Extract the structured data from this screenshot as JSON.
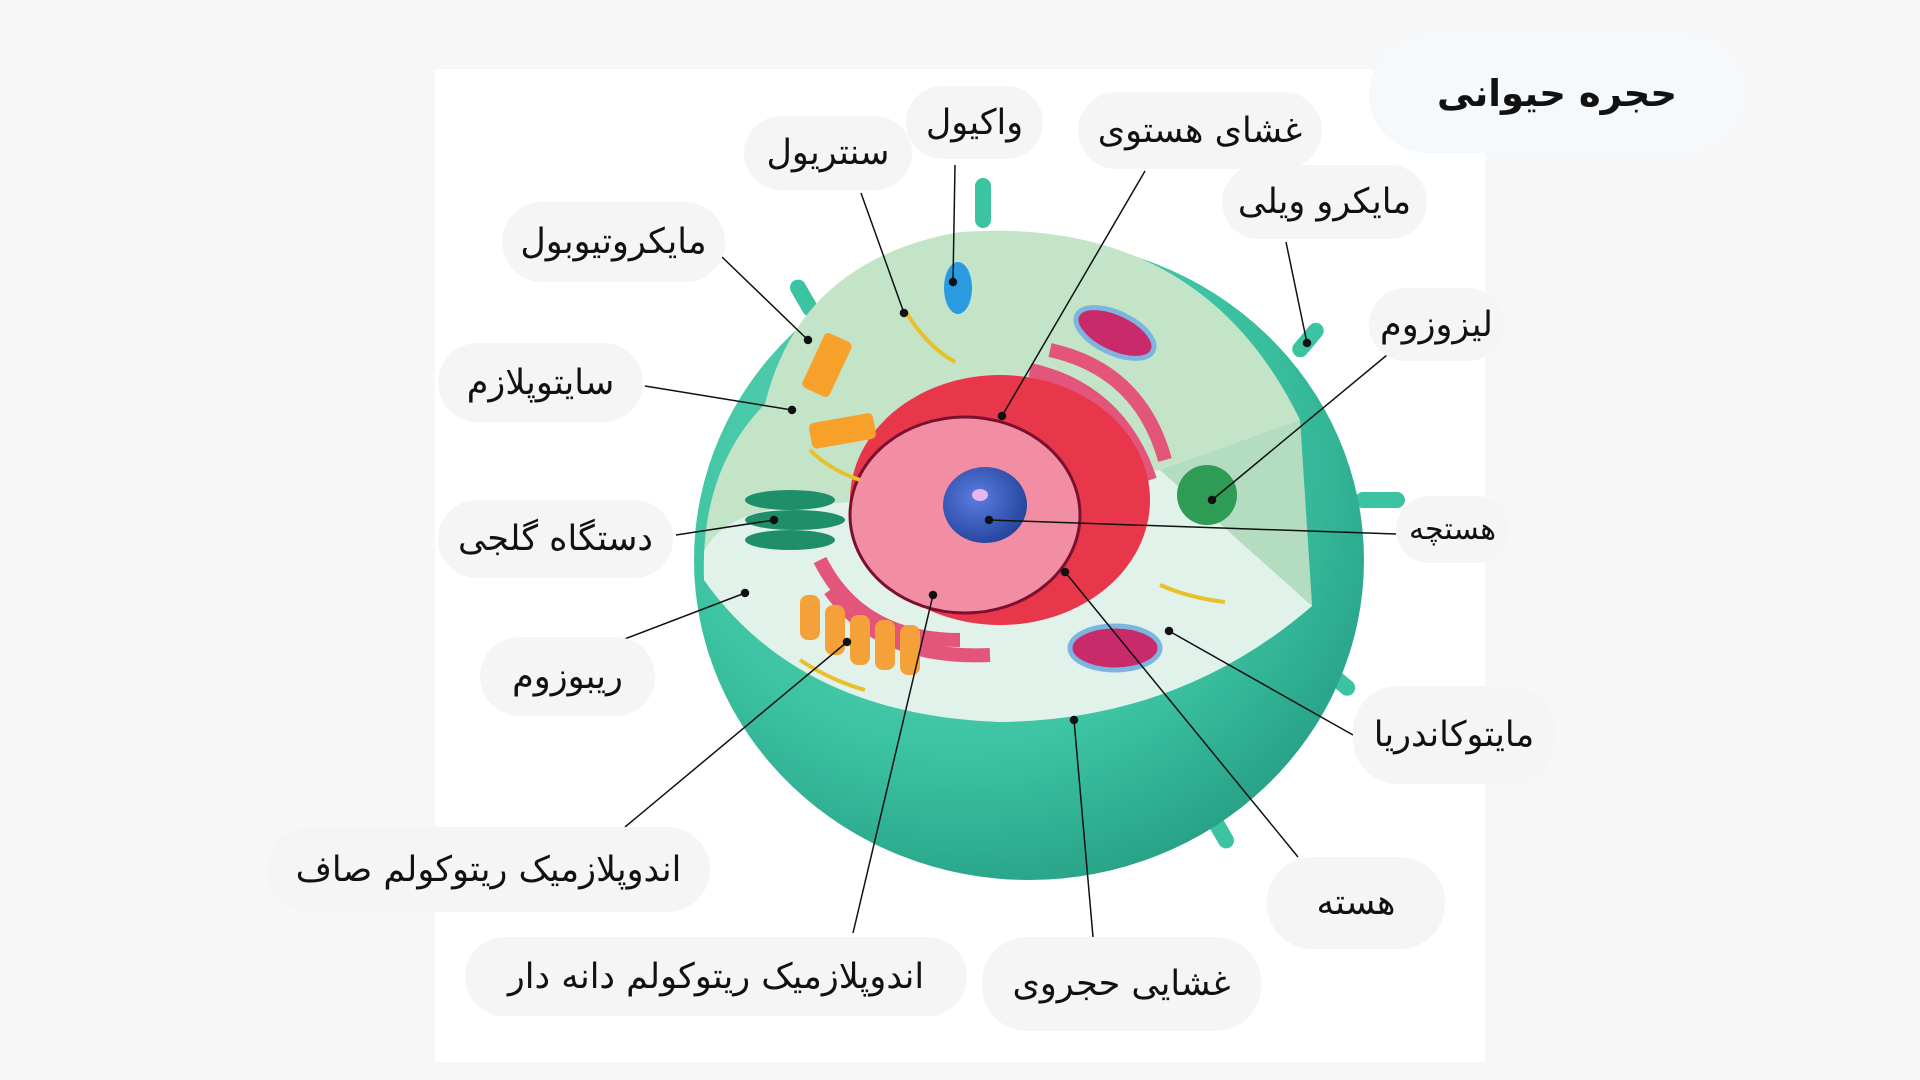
{
  "title": "حجره حیوانی",
  "labels": {
    "vacuole": "واکیول",
    "centriole": "سنتریول",
    "nuclear_membrane": "غشای هستوی",
    "microvilli": "مایکرو ویلی",
    "microtubule": "مایکروتیوبول",
    "lysosome": "لیزوزوم",
    "cytoplasm": "سایتوپلازم",
    "golgi": "دستگاه گلجی",
    "nucleolus": "هستچه",
    "ribosome": "ریبوزوم",
    "mitochondria": "مایتوکاندریا",
    "smooth_er": "اندوپلازمیک ریتوکولم صاف",
    "nucleus": "هسته",
    "rough_er": "اندوپلازمیک ریتوکولم دانه دار",
    "cell_membrane": "غشایی حجروی"
  }
}
